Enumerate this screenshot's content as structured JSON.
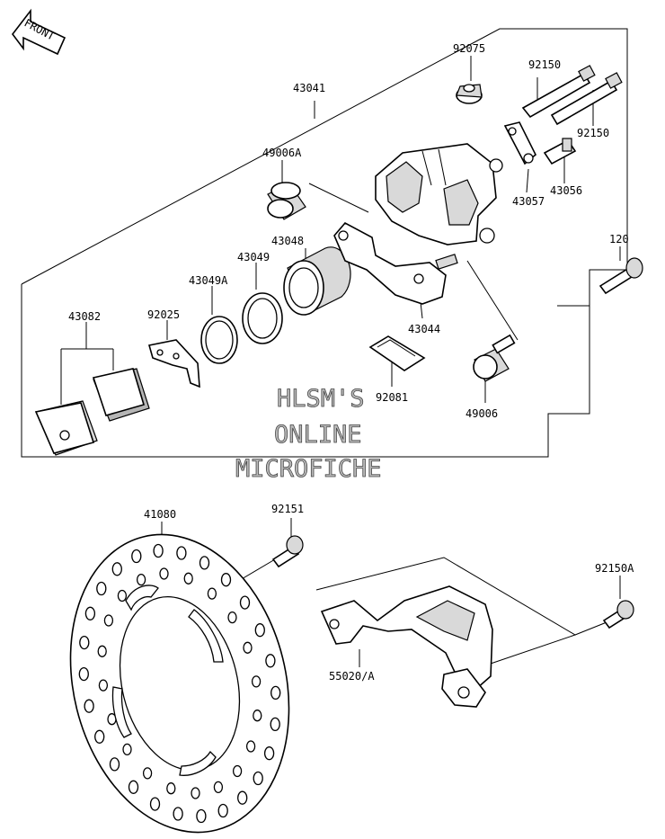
{
  "diagram": {
    "front_marker": "FRONT",
    "parts": {
      "p43041": "43041",
      "p92075": "92075",
      "p92150_a": "92150",
      "p92150_b": "92150",
      "p49006A": "49006A",
      "p43057": "43057",
      "p43056": "43056",
      "p43048": "43048",
      "p43049": "43049",
      "p43049A": "43049A",
      "p43082": "43082",
      "p92025": "92025",
      "p43044": "43044",
      "p120": "120",
      "p92081": "92081",
      "p49006": "49006",
      "p41080": "41080",
      "p92151": "92151",
      "p92150A": "92150A",
      "p55020A": "55020/A"
    },
    "watermark": {
      "line1": "HLSM'S",
      "line2": "ONLINE",
      "line3": "MICROFICHE"
    }
  }
}
